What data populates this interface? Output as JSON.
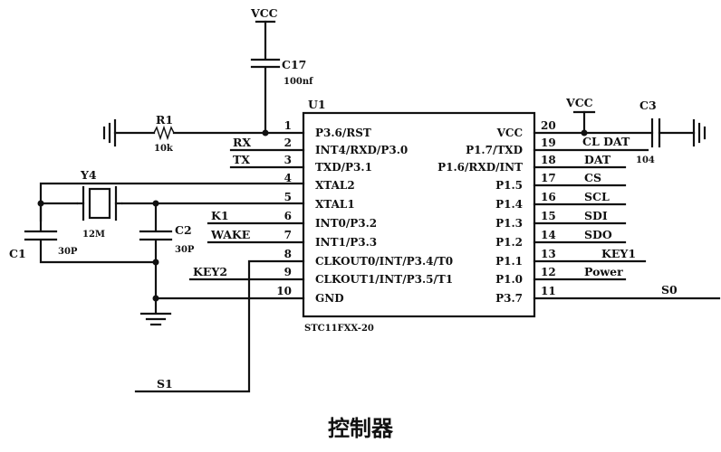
{
  "chip": {
    "ref": "U1",
    "part": "STC11FXX-20",
    "left_pins": [
      {
        "num": "1",
        "name": "P3.6/RST"
      },
      {
        "num": "2",
        "name": "INT4/RXD/P3.0"
      },
      {
        "num": "3",
        "name": "TXD/P3.1"
      },
      {
        "num": "4",
        "name": "XTAL2"
      },
      {
        "num": "5",
        "name": "XTAL1"
      },
      {
        "num": "6",
        "name": "INT0/P3.2"
      },
      {
        "num": "7",
        "name": "INT1/P3.3"
      },
      {
        "num": "8",
        "name": "CLKOUT0/INT/P3.4/T0"
      },
      {
        "num": "9",
        "name": "CLKOUT1/INT/P3.5/T1"
      },
      {
        "num": "10",
        "name": "GND"
      }
    ],
    "right_pins": [
      {
        "num": "20",
        "name": "VCC"
      },
      {
        "num": "19",
        "name": "P1.7/TXD"
      },
      {
        "num": "18",
        "name": "P1.6/RXD/INT"
      },
      {
        "num": "17",
        "name": "P1.5"
      },
      {
        "num": "16",
        "name": "P1.4"
      },
      {
        "num": "15",
        "name": "P1.3"
      },
      {
        "num": "14",
        "name": "P1.2"
      },
      {
        "num": "13",
        "name": "P1.1"
      },
      {
        "num": "12",
        "name": "P1.0"
      },
      {
        "num": "11",
        "name": "P3.7"
      }
    ]
  },
  "nets": {
    "left": [
      "RX",
      "TX",
      "K1",
      "WAKE",
      "KEY2",
      "S1"
    ],
    "right": [
      "CL DAT",
      "DAT",
      "CS",
      "SCL",
      "SDI",
      "SDO",
      "KEY1",
      "Power",
      "S0"
    ]
  },
  "components": {
    "c17_ref": "C17",
    "c17_value": "100nf",
    "r1_ref": "R1",
    "r1_value": "10k",
    "y4_ref": "Y4",
    "y4_value": "12M",
    "c1_ref": "C1",
    "c1_value": "30P",
    "c2_ref": "C2",
    "c2_value": "30P",
    "c3_ref": "C3",
    "c3_value": "104",
    "vcc_top": "VCC",
    "vcc_right": "VCC"
  },
  "caption": "控制器"
}
